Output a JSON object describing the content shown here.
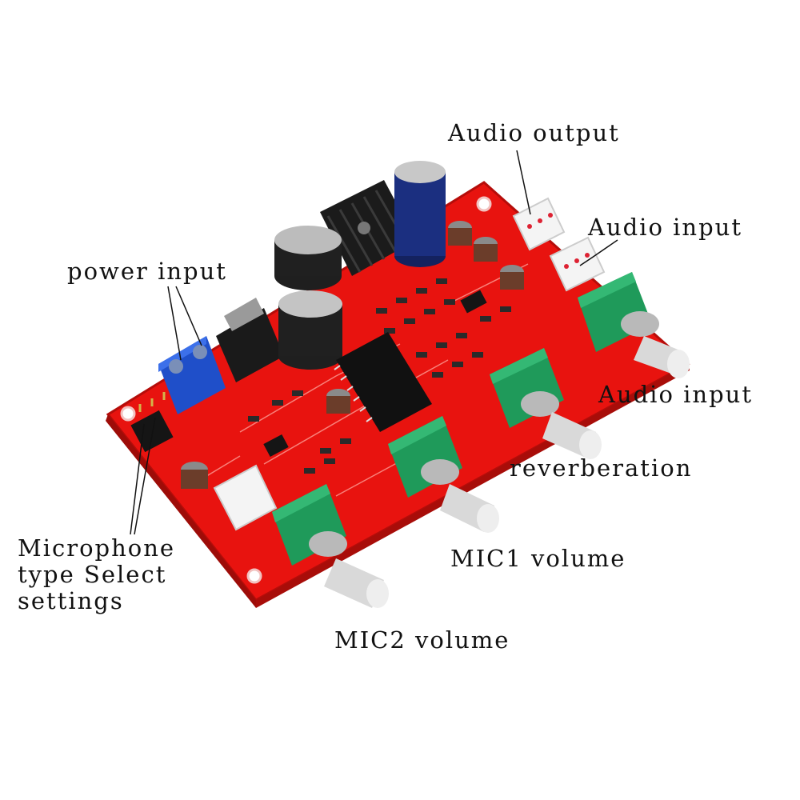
{
  "labels": {
    "audio_output": "Audio output",
    "audio_input_top": "Audio input",
    "power_input": "power input",
    "audio_input_knob": "Audio input",
    "reverberation": "reverberation",
    "mic1_volume": "MIC1 volume",
    "mic2_volume": "MIC2 volume",
    "mic_type_line1": "Microphone",
    "mic_type_line2": "type Select",
    "mic_type_line3": "settings"
  },
  "colors": {
    "pcb": "#e8130f",
    "background": "#ffffff",
    "terminal": "#1f4fc9",
    "pot_body": "#1f9a5a",
    "capacitor": "#222222"
  }
}
